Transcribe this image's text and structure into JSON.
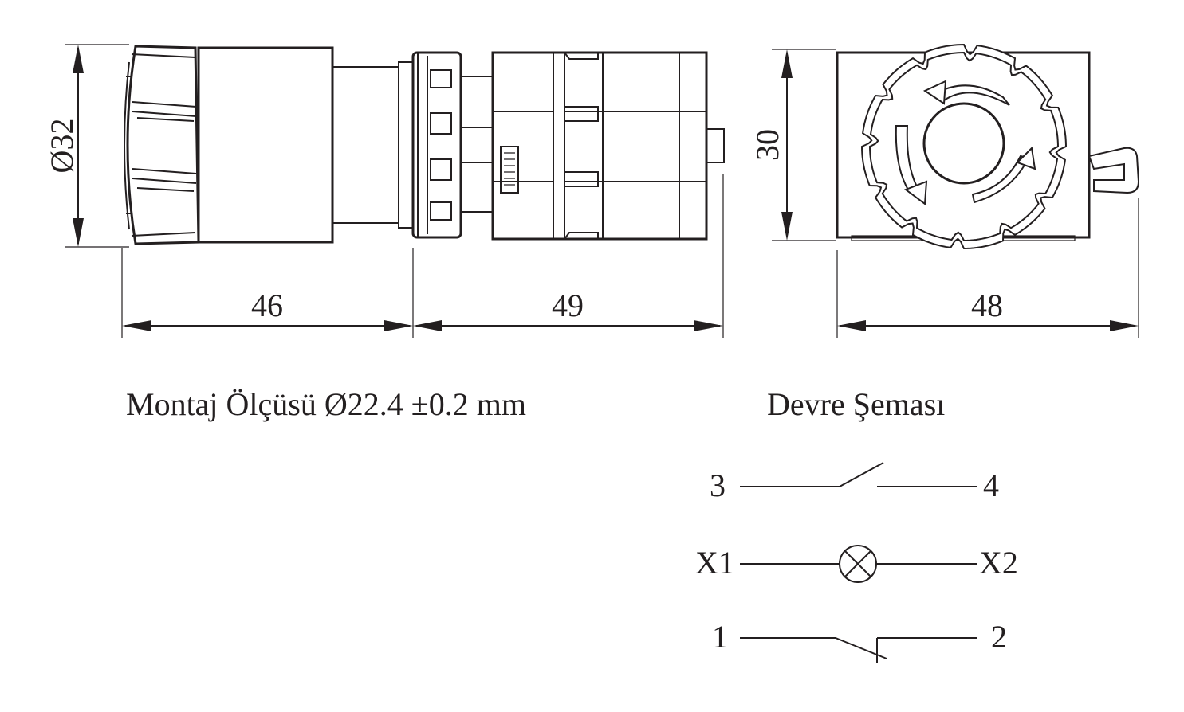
{
  "dimensions": {
    "diameter": "Ø32",
    "length_front": "46",
    "length_rear": "49",
    "height": "30",
    "width": "48"
  },
  "captions": {
    "mounting": "Montaj Ölçüsü Ø22.4 ±0.2 mm",
    "circuit": "Devre Şeması"
  },
  "circuit": {
    "no_contact": {
      "left": "3",
      "right": "4"
    },
    "lamp": {
      "left": "X1",
      "right": "X2"
    },
    "nc_contact": {
      "left": "1",
      "right": "2"
    }
  },
  "colors": {
    "line": "#231f20",
    "background": "#ffffff"
  }
}
